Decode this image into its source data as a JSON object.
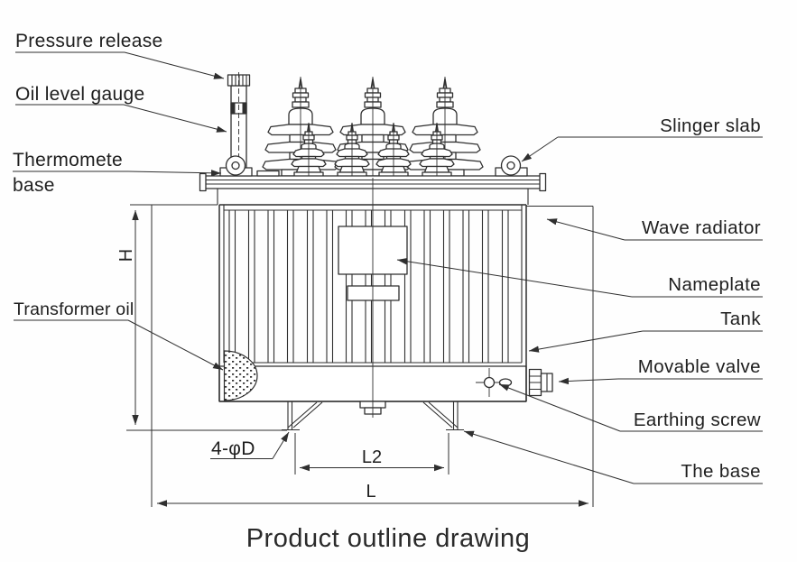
{
  "diagram": {
    "caption": "Product outline drawing",
    "labels": {
      "pressure_release": "Pressure release",
      "oil_level_gauge": "Oil level gauge",
      "thermometer_base_line1": "Thermomete",
      "thermometer_base_line2": "base",
      "transformer_oil": "Transformer oil",
      "slinger_slab": "Slinger slab",
      "wave_radiator": "Wave radiator",
      "nameplate": "Nameplate",
      "tank": "Tank",
      "movable_valve": "Movable valve",
      "earthing_screw": "Earthing screw",
      "the_base": "The base"
    },
    "dimensions": {
      "height": "H",
      "foot_spacing": "L2",
      "overall_length": "L",
      "mounting_holes": "4-φD"
    },
    "colors": {
      "line": "#2f2f2f",
      "background": "#ffffff"
    }
  }
}
